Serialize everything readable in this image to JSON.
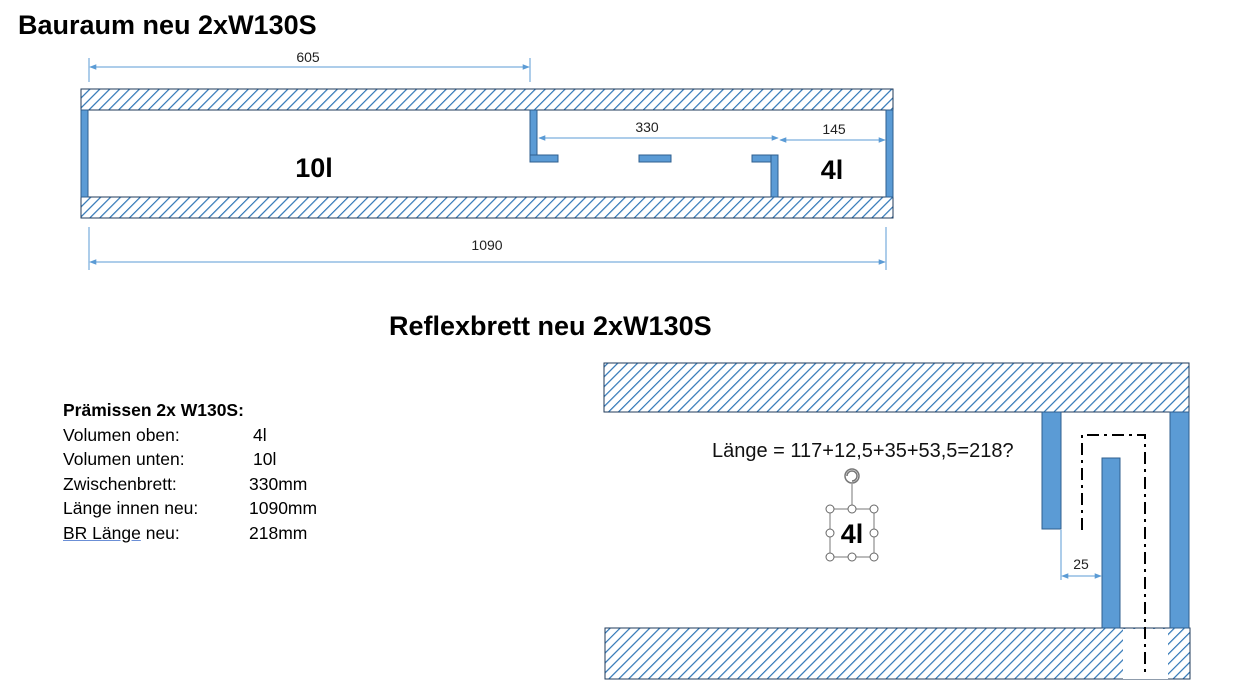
{
  "titles": {
    "top": "Bauraum neu 2xW130S",
    "bottom": "Reflexbrett neu 2xW130S"
  },
  "top_diagram": {
    "dimensions": {
      "total_length": "1090",
      "left_section": "605",
      "divider_gap": "330",
      "right_section": "145"
    },
    "chambers": {
      "left": "10l",
      "right": "4l"
    }
  },
  "bottom_diagram": {
    "formula": "Länge = 117+12,5+35+53,5=218?",
    "volume_label": "4l",
    "gap": "25"
  },
  "premises": {
    "heading": "Prämissen 2x W130S:",
    "rows": [
      {
        "key": "Volumen oben:",
        "value": "4l"
      },
      {
        "key": "Volumen unten:",
        "value": "10l"
      },
      {
        "key": "Zwischenbrett:",
        "value": "330mm"
      },
      {
        "key_a": "Länge innen neu:",
        "value": "1090mm"
      },
      {
        "key_br": "BR Länge",
        "key_rest": " neu:",
        "value": "218mm"
      }
    ]
  },
  "colors": {
    "board_fill": "#5b9bd5",
    "board_stroke": "#2f5f8f",
    "hatch": "#2e75b6",
    "dimension_line": "#5b9bd5"
  }
}
